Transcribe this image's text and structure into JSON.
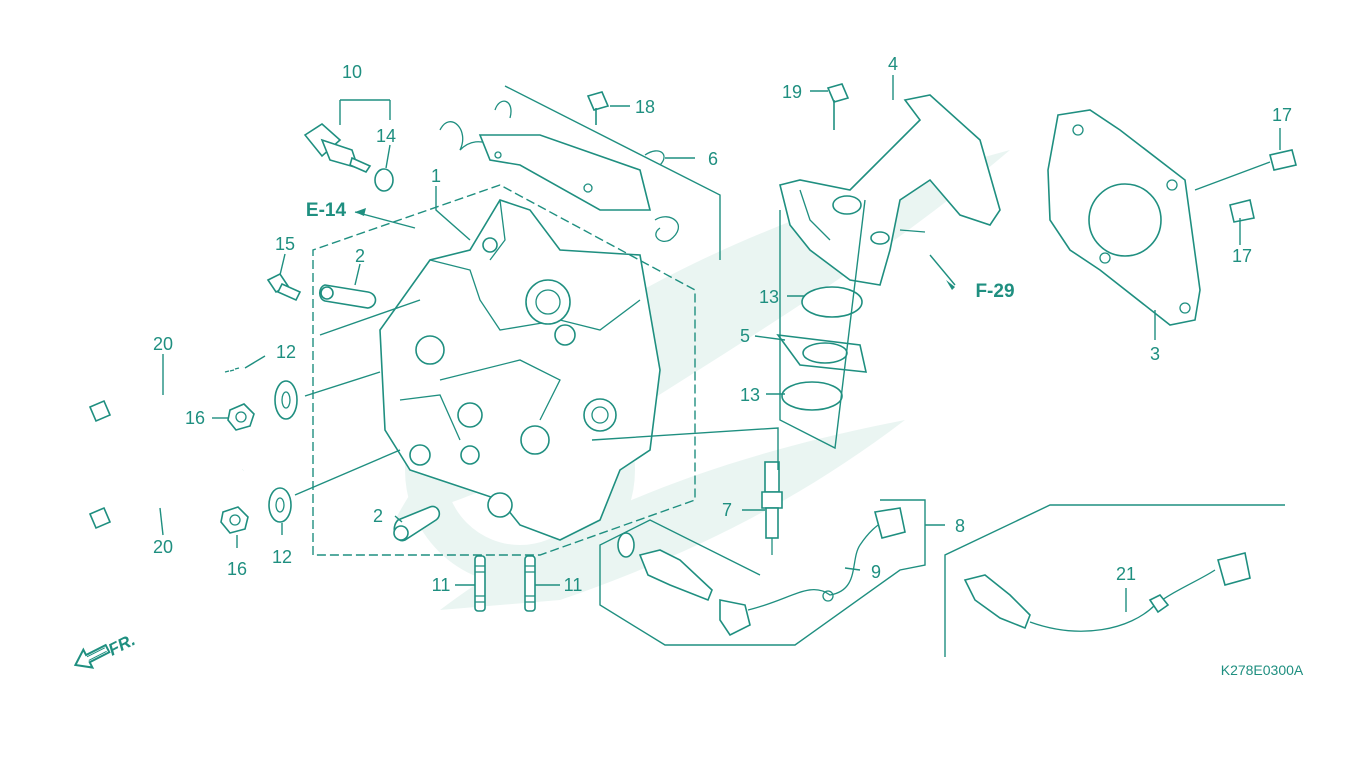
{
  "colors": {
    "line": "#1f8f80",
    "watermark": "#eaf5f2",
    "background": "#ffffff"
  },
  "callouts": {
    "c1": "1",
    "c2a": "2",
    "c2b": "2",
    "c3": "3",
    "c4": "4",
    "c5": "5",
    "c6": "6",
    "c7": "7",
    "c8": "8",
    "c9": "9",
    "c10": "10",
    "c11a": "11",
    "c11b": "11",
    "c12a": "12",
    "c12b": "12",
    "c13a": "13",
    "c13b": "13",
    "c14": "14",
    "c15": "15",
    "c16a": "16",
    "c16b": "16",
    "c17a": "17",
    "c17b": "17",
    "c18": "18",
    "c19": "19",
    "c20a": "20",
    "c20b": "20",
    "c21": "21"
  },
  "refs": {
    "e14": "E-14",
    "f29": "F-29"
  },
  "front_label": "FR.",
  "drawing_code": "K278E0300A"
}
